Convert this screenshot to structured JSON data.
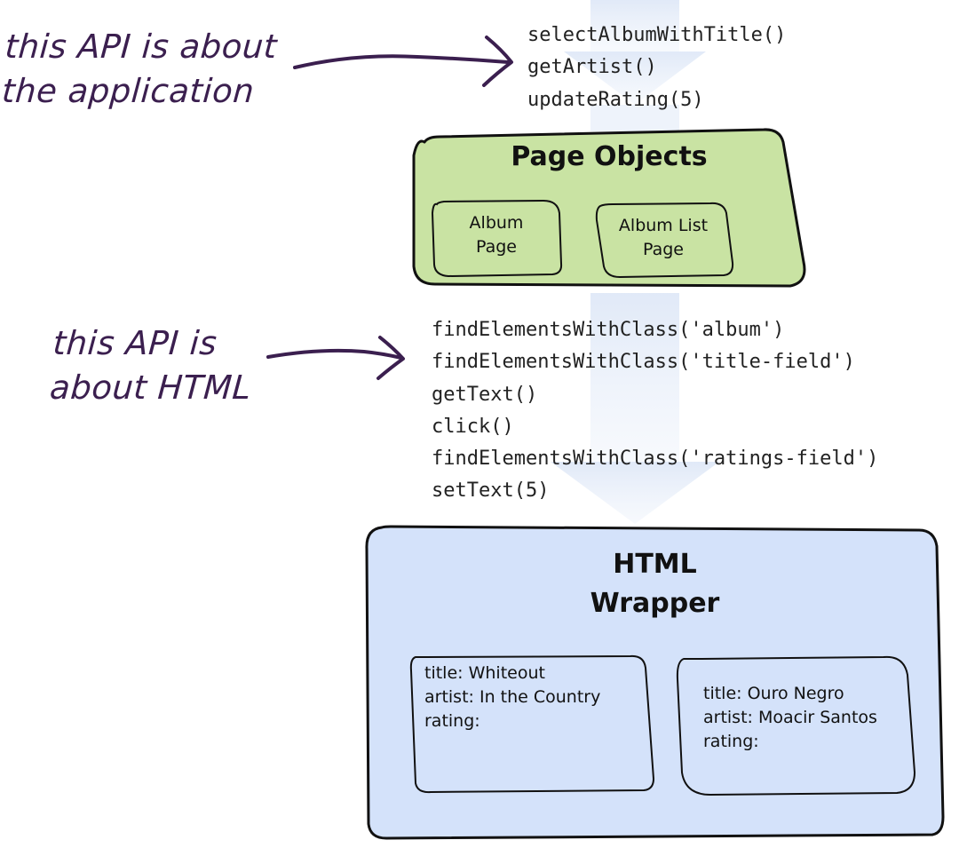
{
  "annotations": {
    "top": [
      "this API is about",
      "the application"
    ],
    "middle": [
      "this API is",
      "about HTML"
    ]
  },
  "code_top": [
    "selectAlbumWithTitle()",
    "getArtist()",
    "updateRating(5)"
  ],
  "code_middle": [
    "findElementsWithClass('album')",
    "findElementsWithClass('title-field')",
    "getText()",
    "click()",
    "findElementsWithClass('ratings-field')",
    "setText(5)"
  ],
  "page_objects": {
    "title": "Page Objects",
    "album_page": [
      "Album",
      "Page"
    ],
    "album_list_page": [
      "Album List",
      "Page"
    ]
  },
  "html_wrapper": {
    "title": [
      "HTML",
      "Wrapper"
    ],
    "card_left": [
      "title: Whiteout",
      "artist: In the Country",
      "rating:"
    ],
    "card_right": [
      "title: Ouro Negro",
      "artist: Moacir Santos",
      "rating:"
    ]
  },
  "colors": {
    "page_objects_fill": "#c9e3a3",
    "html_wrapper_fill": "#d4e2fa",
    "arrow_stroke": "#3b1f4f",
    "flow_arrow": "#e4ecf8"
  }
}
